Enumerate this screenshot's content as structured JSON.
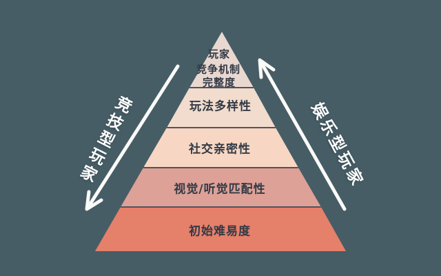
{
  "background_color": "#465d66",
  "pyramid": {
    "text_color": "#323a46",
    "divider_color": "#54525a",
    "tiers": [
      {
        "lines": [
          "玩家",
          "竞争机制",
          "完整度"
        ],
        "color": "#e9d8d0"
      },
      {
        "label": "玩法多样性",
        "color": "#f1dccd"
      },
      {
        "label": "社交亲密性",
        "color": "#f7d7c3"
      },
      {
        "label": "视觉/听觉匹配性",
        "color": "#dda197"
      },
      {
        "label": "初始难易度",
        "color": "#e5806b"
      }
    ]
  },
  "annotations": {
    "label_color": "#ffffff",
    "arrow_color": "#fafaf8",
    "left": {
      "label": "竞技型玩家",
      "arrow_direction": "down"
    },
    "right": {
      "label": "娱乐型玩家",
      "arrow_direction": "up"
    }
  }
}
